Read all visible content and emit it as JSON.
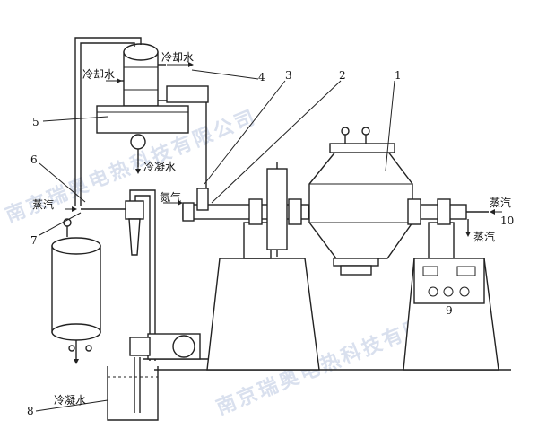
{
  "labels": {
    "cooling_water_top_out": "冷却水",
    "cooling_water_top_in": "冷却水",
    "condensate_upper": "冷凝水",
    "nitrogen": "氮气",
    "steam_left": "蒸汽",
    "steam_right": "蒸汽",
    "steam_right_lower": "蒸汽",
    "condensate_lower": "冷凝水"
  },
  "numbers": {
    "n1": "1",
    "n2": "2",
    "n3": "3",
    "n4": "4",
    "n5": "5",
    "n6": "6",
    "n7": "7",
    "n8": "8",
    "n9": "9",
    "n10": "10"
  },
  "watermark": "南京瑞奥电热科技有限公司"
}
